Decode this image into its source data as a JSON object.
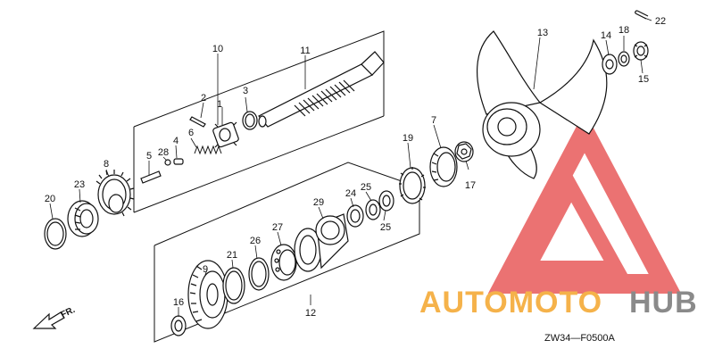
{
  "diagram_code": "ZW34—F0500A",
  "direction_label": "FR.",
  "watermark": {
    "part1": "AUTOMOTO",
    "part2": "HUB",
    "color1": "#f5b24a",
    "color2": "#8a8a8a",
    "logo_color": "#e85a5a"
  },
  "callouts": [
    {
      "id": "c1",
      "label": "1"
    },
    {
      "id": "c2",
      "label": "2"
    },
    {
      "id": "c3",
      "label": "3"
    },
    {
      "id": "c4",
      "label": "4"
    },
    {
      "id": "c5",
      "label": "5"
    },
    {
      "id": "c6",
      "label": "6"
    },
    {
      "id": "c7",
      "label": "7"
    },
    {
      "id": "c8",
      "label": "8"
    },
    {
      "id": "c9",
      "label": "9"
    },
    {
      "id": "c10",
      "label": "10"
    },
    {
      "id": "c11",
      "label": "11"
    },
    {
      "id": "c12",
      "label": "12"
    },
    {
      "id": "c13",
      "label": "13"
    },
    {
      "id": "c14",
      "label": "14"
    },
    {
      "id": "c15",
      "label": "15"
    },
    {
      "id": "c16",
      "label": "16"
    },
    {
      "id": "c17",
      "label": "17"
    },
    {
      "id": "c18",
      "label": "18"
    },
    {
      "id": "c19",
      "label": "19"
    },
    {
      "id": "c20",
      "label": "20"
    },
    {
      "id": "c21",
      "label": "21"
    },
    {
      "id": "c22",
      "label": "22"
    },
    {
      "id": "c23",
      "label": "23"
    },
    {
      "id": "c24",
      "label": "24"
    },
    {
      "id": "c25a",
      "label": "25"
    },
    {
      "id": "c25b",
      "label": "25"
    },
    {
      "id": "c26",
      "label": "26"
    },
    {
      "id": "c27",
      "label": "27"
    },
    {
      "id": "c28",
      "label": "28"
    },
    {
      "id": "c29",
      "label": "29"
    }
  ]
}
